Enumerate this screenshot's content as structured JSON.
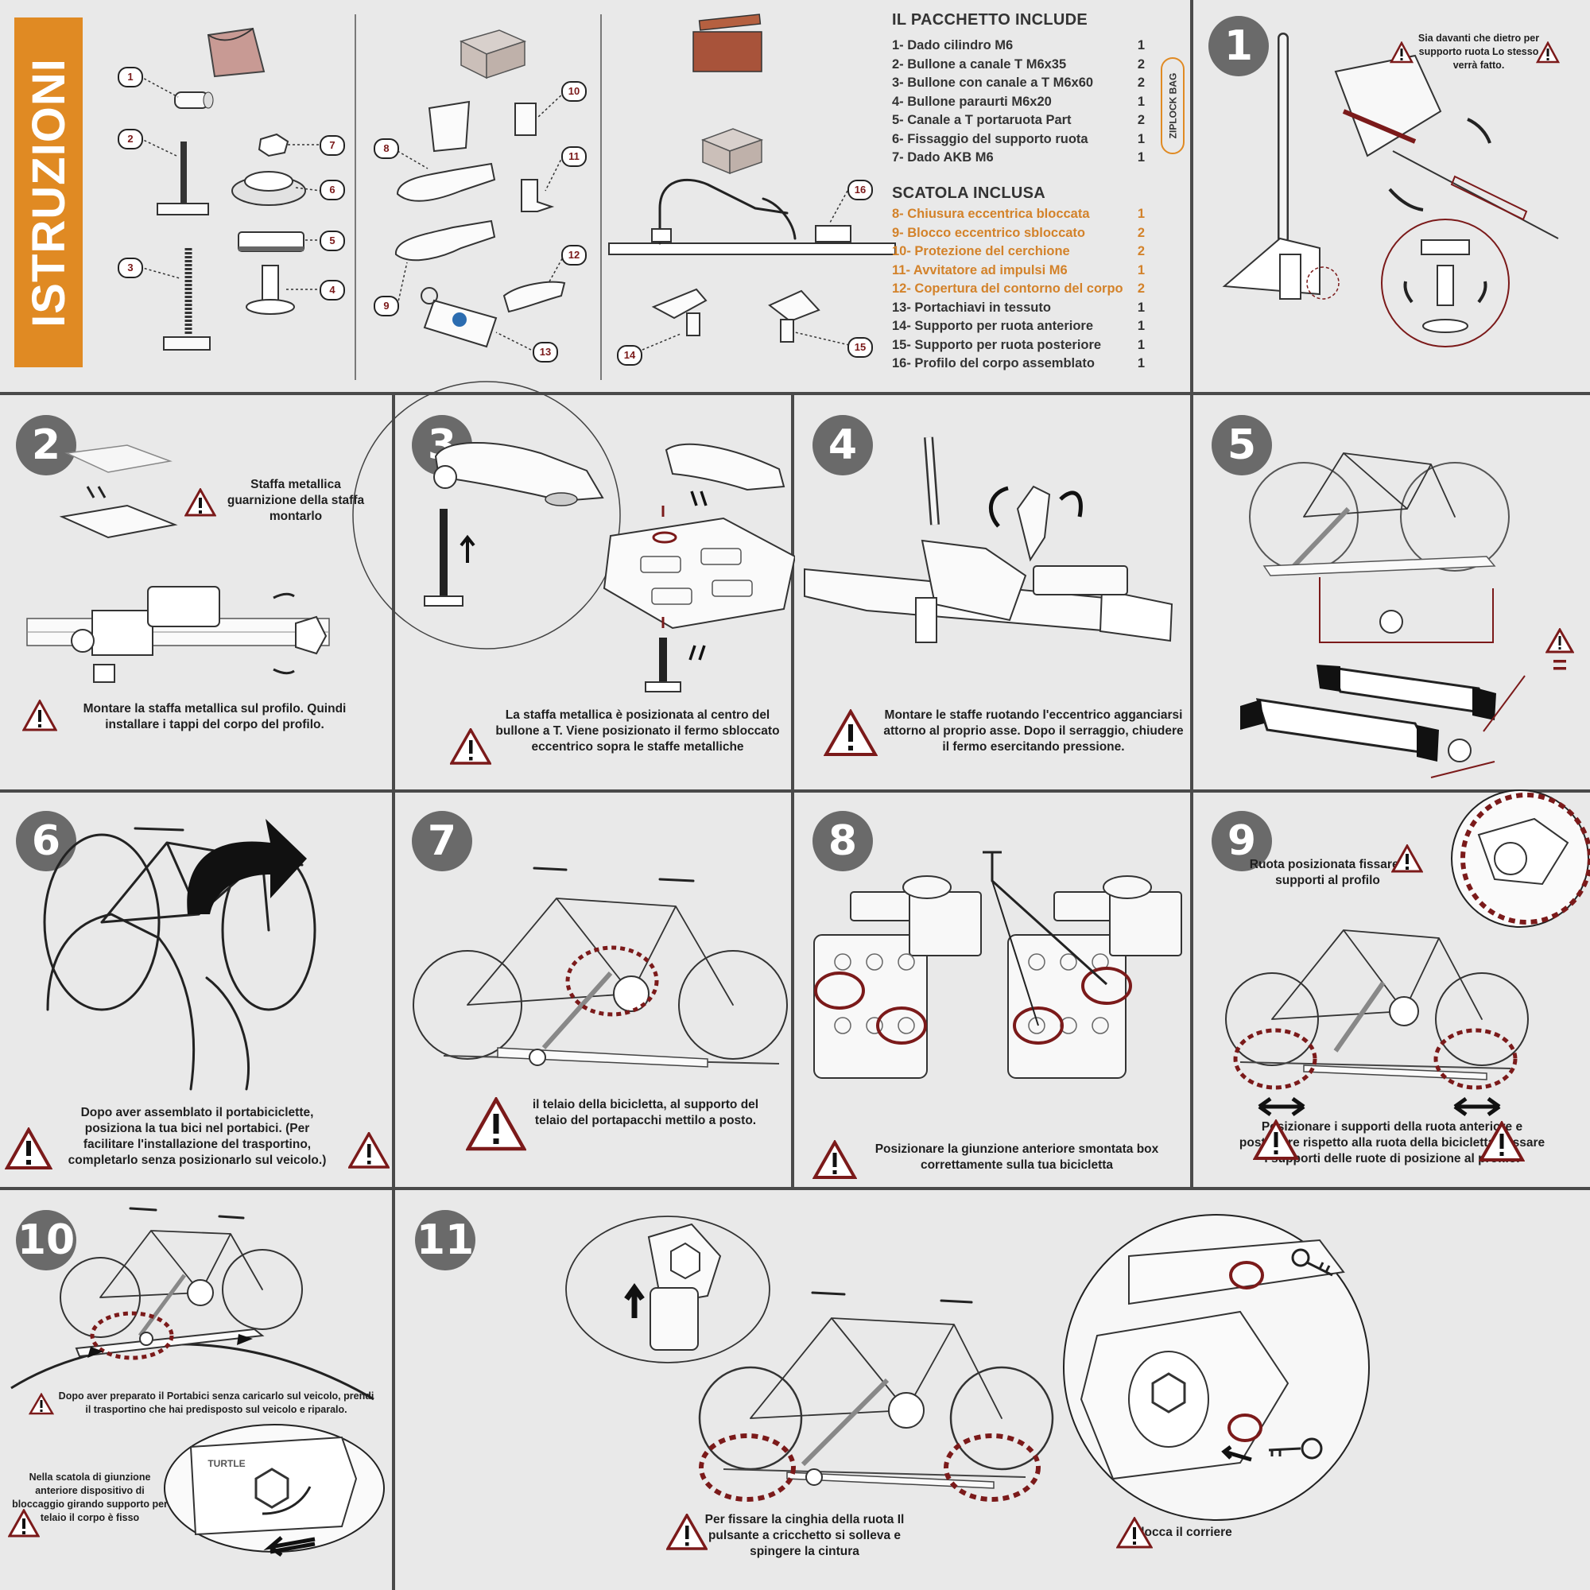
{
  "title": "ISTRUZIONI",
  "package": {
    "heading": "IL PACCHETTO INCLUDE",
    "bag_label": "ZIPLOCK BAG",
    "items": [
      {
        "label": "1- Dado cilindro M6",
        "qty": "1"
      },
      {
        "label": "2- Bullone a canale T M6x35",
        "qty": "2"
      },
      {
        "label": "3- Bullone con canale a T M6x60",
        "qty": "2"
      },
      {
        "label": "4- Bullone paraurti M6x20",
        "qty": "1"
      },
      {
        "label": "5- Canale a T portaruota Part",
        "qty": "2"
      },
      {
        "label": "6- Fissaggio del supporto ruota",
        "qty": "1"
      },
      {
        "label": "7- Dado AKB M6",
        "qty": "1"
      }
    ]
  },
  "box": {
    "heading": "SCATOLA INCLUSA",
    "items_highlight": [
      {
        "label": "8- Chiusura eccentrica bloccata",
        "qty": "1"
      },
      {
        "label": "9- Blocco eccentrico sbloccato",
        "qty": "2"
      },
      {
        "label": "10- Protezione del cerchione",
        "qty": "2"
      },
      {
        "label": "11- Avvitatore ad impulsi M6",
        "qty": "1"
      },
      {
        "label": "12- Copertura del contorno del corpo",
        "qty": "2"
      }
    ],
    "items": [
      {
        "label": "13- Portachiavi in tessuto",
        "qty": "1"
      },
      {
        "label": "14- Supporto per ruota anteriore",
        "qty": "1"
      },
      {
        "label": "15- Supporto per ruota posteriore",
        "qty": "1"
      },
      {
        "label": "16- Profilo del corpo assemblato",
        "qty": "1"
      }
    ]
  },
  "part_labels": [
    "1",
    "2",
    "3",
    "4",
    "5",
    "6",
    "7",
    "8",
    "9",
    "10",
    "11",
    "12",
    "13",
    "14",
    "15",
    "16"
  ],
  "steps": [
    {
      "n": "1",
      "caption": "Sia davanti che dietro per supporto ruota Lo stesso verrà fatto."
    },
    {
      "n": "2",
      "caption_a": "Staffa metallica guarnizione della staffa montarlo",
      "caption_b": "Montare la staffa metallica sul profilo. Quindi installare i tappi del corpo del profilo."
    },
    {
      "n": "3",
      "caption": "La staffa metallica è posizionata al centro del bullone a T. Viene posizionato il fermo sbloccato eccentrico sopra le staffe metalliche"
    },
    {
      "n": "4",
      "caption": "Montare le staffe ruotando l'eccentrico agganciarsi attorno al proprio asse. Dopo il serraggio, chiudere il fermo esercitando pressione."
    },
    {
      "n": "5",
      "caption": "="
    },
    {
      "n": "6",
      "caption": "Dopo aver assemblato il portabiciclette, posiziona la tua bici nel portabici. (Per facilitare l'installazione del trasportino, completarlo senza posizionarlo sul veicolo.)"
    },
    {
      "n": "7",
      "caption": "il telaio della bicicletta, al supporto del telaio del portapacchi mettilo a posto."
    },
    {
      "n": "8",
      "caption": "Posizionare la giunzione anteriore smontata box correttamente sulla tua bicicletta"
    },
    {
      "n": "9",
      "caption_a": "Ruota posizionata fissare i supporti al profilo",
      "caption_b": "Posizionare i supporti della ruota anteriore e posteriore rispetto alla ruota della bicicletta. Fissare i supporti delle ruote di posizione al profilo."
    },
    {
      "n": "10",
      "caption_a": "Dopo aver preparato il Portabici senza caricarlo sul veicolo, prendi il trasportino che hai predisposto sul veicolo e riparalo.",
      "caption_b": "Nella scatola di giunzione anteriore dispositivo di bloccaggio girando supporto per telaio il corpo è fisso"
    },
    {
      "n": "11",
      "caption_a": "Per fissare la cinghia della ruota Il pulsante a cricchetto si solleva e spingere la cintura",
      "caption_b": "Blocca il corriere"
    }
  ],
  "brand": "TURTLE",
  "colors": {
    "accent": "#e08a23",
    "highlight_text": "#d3822a",
    "warning": "#7b1a1a",
    "badge": "#6a6a6a",
    "divider": "#4a4a4a"
  }
}
